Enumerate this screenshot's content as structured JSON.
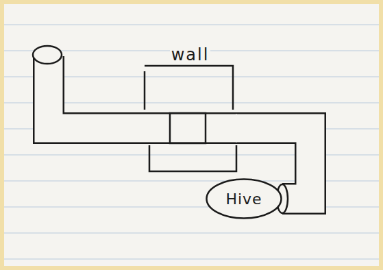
{
  "diagram": {
    "nodes": [
      {
        "text": [
          "wall"
        ]
      },
      {
        "text": [
          "Hive"
        ]
      }
    ],
    "edges": [
      {
        "from": 0,
        "to": 1,
        "arrow": "none"
      }
    ]
  }
}
